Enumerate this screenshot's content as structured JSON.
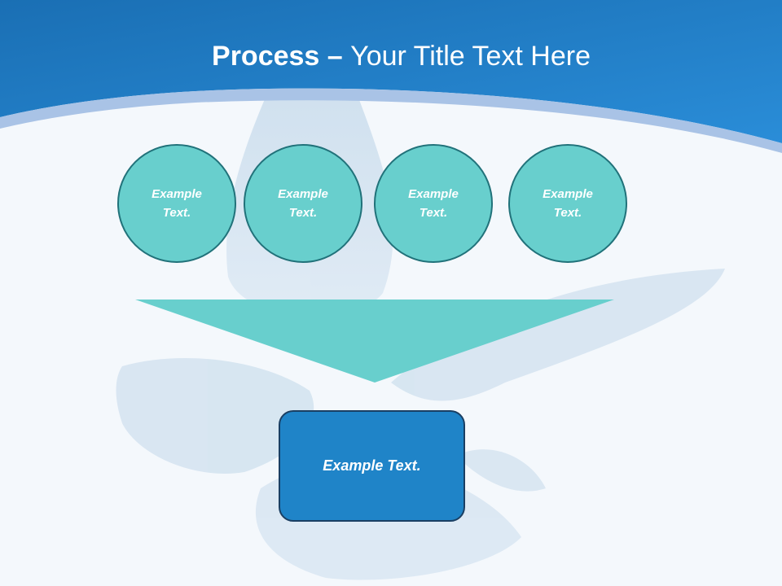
{
  "slide": {
    "title_bold": "Process",
    "title_dash": " – ",
    "title_rest": "Your Title Text Here"
  },
  "steps": [
    {
      "text": "Example Text."
    },
    {
      "text": "Example Text."
    },
    {
      "text": "Example Text."
    },
    {
      "text": "Example Text."
    }
  ],
  "result": {
    "text": "Example Text."
  },
  "colors": {
    "header_blue": "#1f84c8",
    "circle_fill": "#68cfcd",
    "circle_border": "#21727a",
    "funnel": "#68cfcd",
    "result_fill": "#1f84c8",
    "result_border": "#1a3f63"
  }
}
